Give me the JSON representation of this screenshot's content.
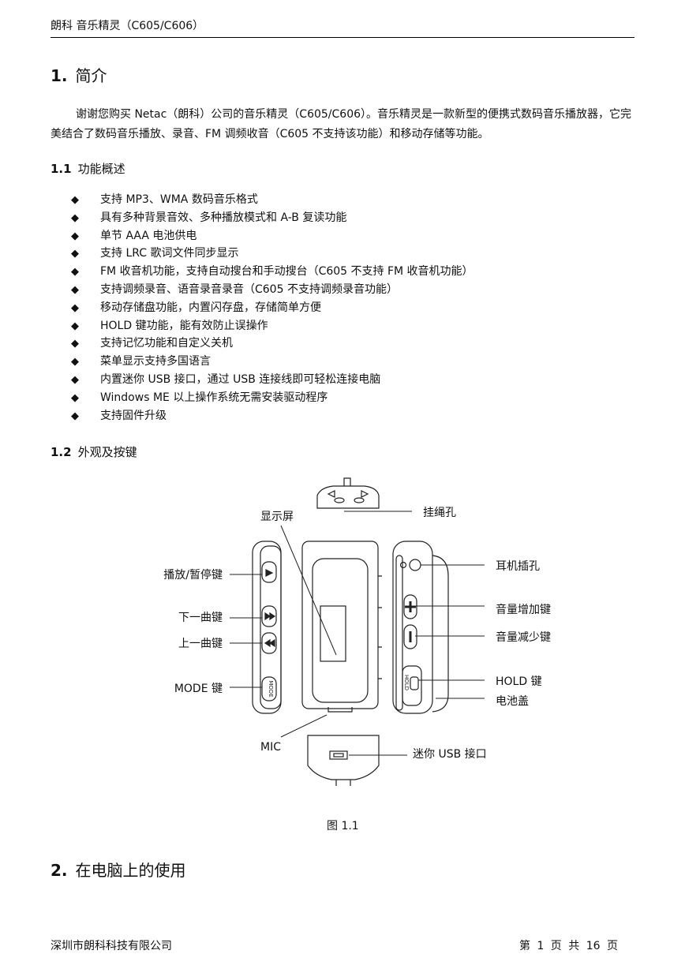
{
  "header": {
    "title": "朗科  音乐精灵（C605/C606）"
  },
  "section1": {
    "num": "1.",
    "title": "简介"
  },
  "intro": "谢谢您购买 Netac（朗科）公司的音乐精灵（C605/C606）。音乐精灵是一款新型的便携式数码音乐播放器，它完美结合了数码音乐播放、录音、FM 调频收音（C605 不支持该功能）和移动存储等功能。",
  "section1_1": {
    "num": "1.1",
    "title": "功能概述"
  },
  "bullet_symbol": "◆",
  "features": [
    "支持 MP3、WMA 数码音乐格式",
    "具有多种背景音效、多种播放模式和 A-B 复读功能",
    "单节 AAA 电池供电",
    "支持 LRC 歌词文件同步显示",
    "FM 收音机功能，支持自动搜台和手动搜台（C605 不支持 FM 收音机功能）",
    "支持调频录音、语音录音录音（C605 不支持调频录音功能）",
    "移动存储盘功能，内置闪存盘，存储简单方便",
    "HOLD 键功能，能有效防止误操作",
    "支持记忆功能和自定义关机",
    "菜单显示支持多国语言",
    "内置迷你 USB 接口，通过 USB 连接线即可轻松连接电脑",
    "Windows ME 以上操作系统无需安装驱动程序",
    "支持固件升级"
  ],
  "section1_2": {
    "num": "1.2",
    "title": "外观及按键"
  },
  "figure": {
    "labels": {
      "display": "显示屏",
      "lanyard": "挂绳孔",
      "headphone": "耳机插孔",
      "play_pause": "播放/暂停键",
      "next": "下一曲键",
      "prev": "上一曲键",
      "vol_up": "音量增加键",
      "vol_down": "音量减少键",
      "mode": "MODE 键",
      "hold": "HOLD 键",
      "battery": "电池盖",
      "mic": "MIC",
      "usb": "迷你 USB 接口"
    },
    "caption": "图 1.1"
  },
  "section2": {
    "num": "2.",
    "title": "在电脑上的使用"
  },
  "footer": {
    "company": "深圳市朗科科技有限公司",
    "page_label": "第 1 页 共 16 页"
  }
}
